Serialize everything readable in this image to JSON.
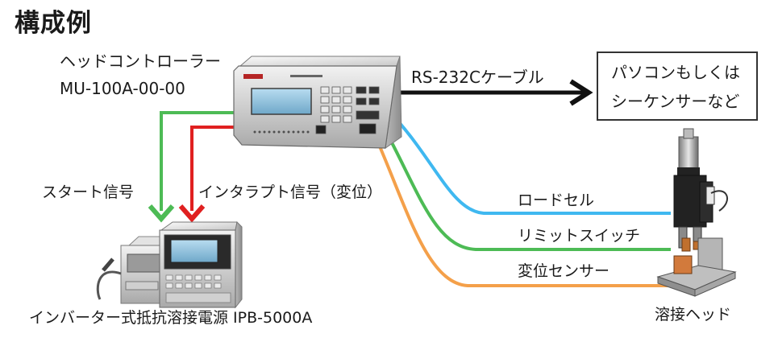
{
  "title": "構成例",
  "controller": {
    "name_line1": "ヘッドコントローラー",
    "name_line2": "MU-100A-00-00"
  },
  "cable": {
    "label": "RS-232Cケーブル"
  },
  "pc": {
    "line1": "パソコンもしくは",
    "line2": "シーケンサーなど"
  },
  "signals": {
    "start": "スタート信号",
    "interrupt": "インタラプト信号（変位）"
  },
  "sensors": {
    "load_cell": "ロードセル",
    "limit_switch": "リミットスイッチ",
    "displacement": "変位センサー"
  },
  "power_supply": {
    "label": "インバーター式抵抗溶接電源 IPB-5000A"
  },
  "weld_head": {
    "label": "溶接ヘッド"
  },
  "colors": {
    "green": "#4dbb55",
    "red": "#e02020",
    "blue": "#3fb8f0",
    "orange": "#f4a04a",
    "black": "#111111"
  }
}
